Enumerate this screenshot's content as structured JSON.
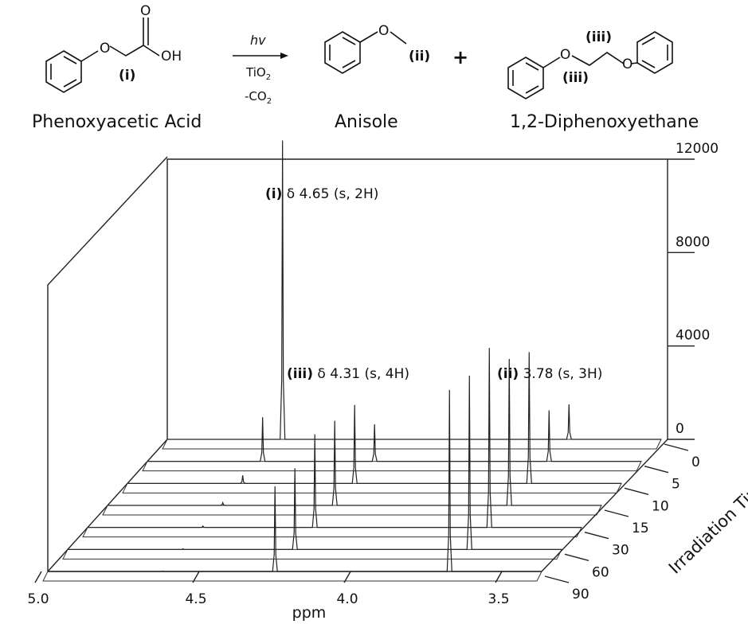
{
  "reaction": {
    "reactant_name": "Phenoxyacetic Acid",
    "reactant_atoms": {
      "O": "O",
      "OH": "OH",
      "label": "(i)"
    },
    "conditions": {
      "light": "hv",
      "catalyst": "TiO",
      "catalyst_sub": "2",
      "loss": "-CO",
      "loss_sub": "2"
    },
    "product1_name": "Anisole",
    "product1_atoms": {
      "O": "O",
      "label": "(ii)"
    },
    "plus": "+",
    "product2_name": "1,2-Diphenoxyethane",
    "product2_atoms": {
      "O": "O",
      "label": "(iii)"
    }
  },
  "chart_data": {
    "type": "line",
    "title": "",
    "xlabel": "ppm",
    "ylabel": "",
    "zlabel": "Irradiation Time/ min",
    "x_ticks": [
      "5.0",
      "4.5",
      "4.0",
      "3.5"
    ],
    "xlim": [
      5.0,
      3.5
    ],
    "y_ticks": [
      "0",
      "4000",
      "8000",
      "12000"
    ],
    "ylim": [
      0,
      12000
    ],
    "z_ticks": [
      "0",
      "5",
      "10",
      "15",
      "30",
      "60",
      "90"
    ],
    "annotations": [
      {
        "id": "i",
        "bold": "(i)",
        "text": " δ 4.65 (s, 2H)"
      },
      {
        "id": "iii",
        "bold": "(iii)",
        "text": " δ 4.31 (s, 4H)"
      },
      {
        "id": "ii",
        "bold": "(ii)",
        "text": " 3.78 (s, 3H)"
      }
    ],
    "series": [
      {
        "time": 0,
        "peaks": [
          {
            "ppm": 4.65,
            "height": 12800
          },
          {
            "ppm": 4.31,
            "height": 0
          },
          {
            "ppm": 3.78,
            "height": 1500
          }
        ]
      },
      {
        "time": 5,
        "peaks": [
          {
            "ppm": 4.65,
            "height": 1900
          },
          {
            "ppm": 4.31,
            "height": 1600
          },
          {
            "ppm": 3.78,
            "height": 2200
          }
        ]
      },
      {
        "time": 10,
        "peaks": [
          {
            "ppm": 4.65,
            "height": 350
          },
          {
            "ppm": 4.31,
            "height": 3400
          },
          {
            "ppm": 3.78,
            "height": 5700
          }
        ]
      },
      {
        "time": 15,
        "peaks": [
          {
            "ppm": 4.65,
            "height": 120
          },
          {
            "ppm": 4.31,
            "height": 3700
          },
          {
            "ppm": 3.78,
            "height": 6400
          }
        ]
      },
      {
        "time": 30,
        "peaks": [
          {
            "ppm": 4.65,
            "height": 60
          },
          {
            "ppm": 4.31,
            "height": 4100
          },
          {
            "ppm": 3.78,
            "height": 7900
          }
        ]
      },
      {
        "time": 60,
        "peaks": [
          {
            "ppm": 4.65,
            "height": 30
          },
          {
            "ppm": 4.31,
            "height": 3600
          },
          {
            "ppm": 3.78,
            "height": 7700
          }
        ]
      },
      {
        "time": 90,
        "peaks": [
          {
            "ppm": 4.65,
            "height": 20
          },
          {
            "ppm": 4.31,
            "height": 3800
          },
          {
            "ppm": 3.78,
            "height": 8100
          }
        ]
      }
    ]
  }
}
